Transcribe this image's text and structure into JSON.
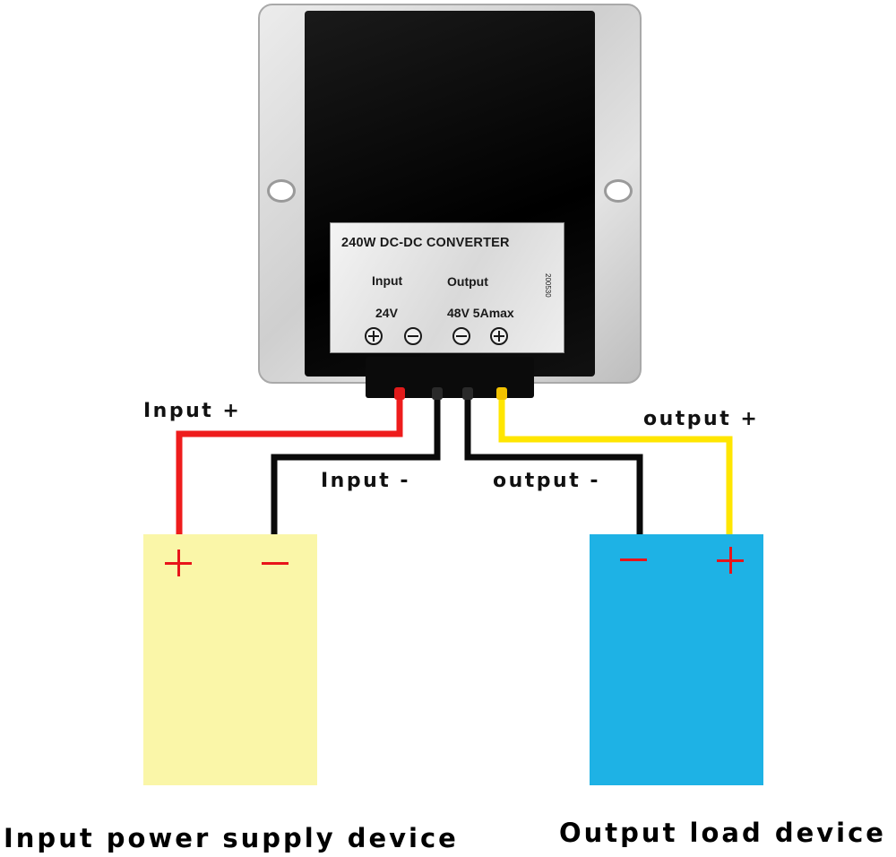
{
  "converter": {
    "title": "240W DC-DC CONVERTER",
    "input_heading": "Input",
    "output_heading": "Output",
    "input_voltage": "24V",
    "output_rating": "48V 5Amax",
    "serial_code": "200530"
  },
  "wires": {
    "input_plus": "Input +",
    "input_minus": "Input -",
    "output_minus": "output -",
    "output_plus": "output +"
  },
  "devices": {
    "input": {
      "label": "Input power supply device",
      "color": "#faf6a8"
    },
    "output": {
      "label": "Output load device",
      "color": "#1eb2e5"
    }
  },
  "colors": {
    "wire_positive_input": "#ee1c1c",
    "wire_negative": "#0a0a0a",
    "wire_positive_output": "#ffe600",
    "polarity_marks": "#e8141a"
  }
}
